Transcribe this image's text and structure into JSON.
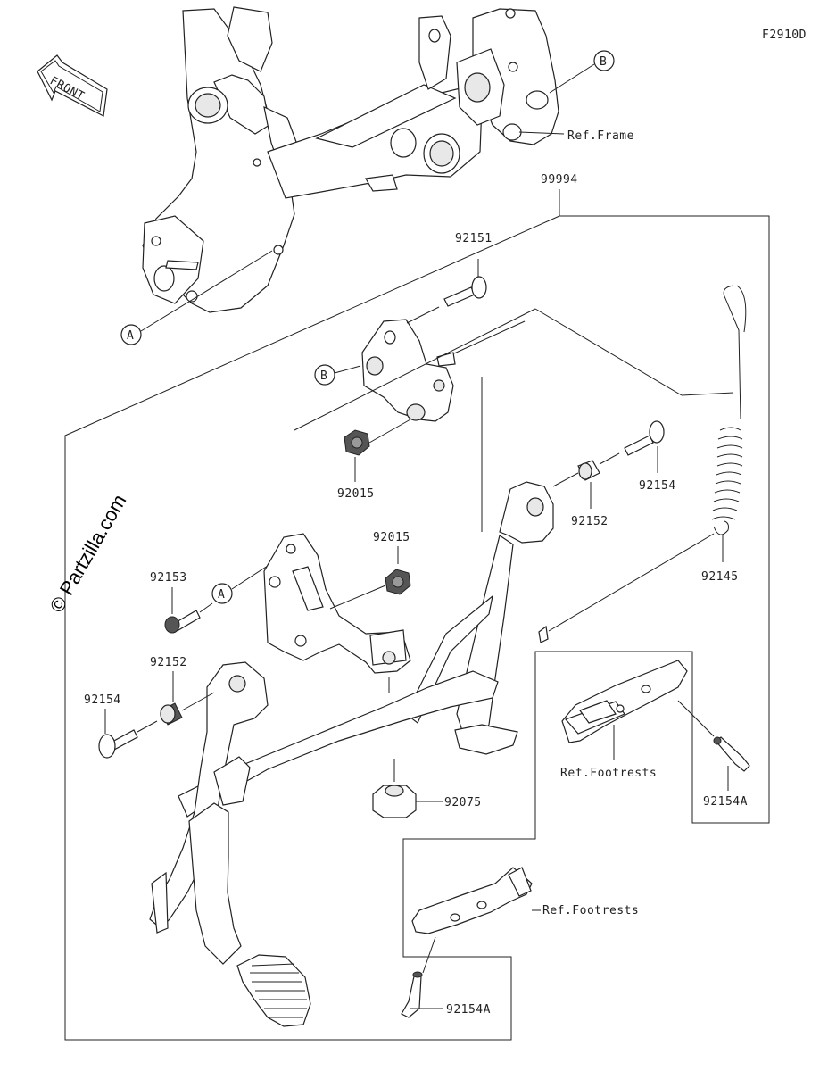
{
  "figure_code": "F2910D",
  "front_label": "FRONT",
  "watermark": "© Partzilla.com",
  "callouts": {
    "a": "A",
    "b": "B"
  },
  "refs": {
    "frame": "Ref.Frame",
    "footrests_upper": "Ref.Footrests",
    "footrests_lower": "Ref.Footrests"
  },
  "parts": {
    "assembly": "99994",
    "p92151": "92151",
    "p92015_top": "92015",
    "p92154_right": "92154",
    "p92152_right": "92152",
    "p92145": "92145",
    "p92015_mid": "92015",
    "p92153": "92153",
    "p92152_left": "92152",
    "p92154_left": "92154",
    "p92075": "92075",
    "p92154A_right": "92154A",
    "p92154A_bottom": "92154A"
  }
}
